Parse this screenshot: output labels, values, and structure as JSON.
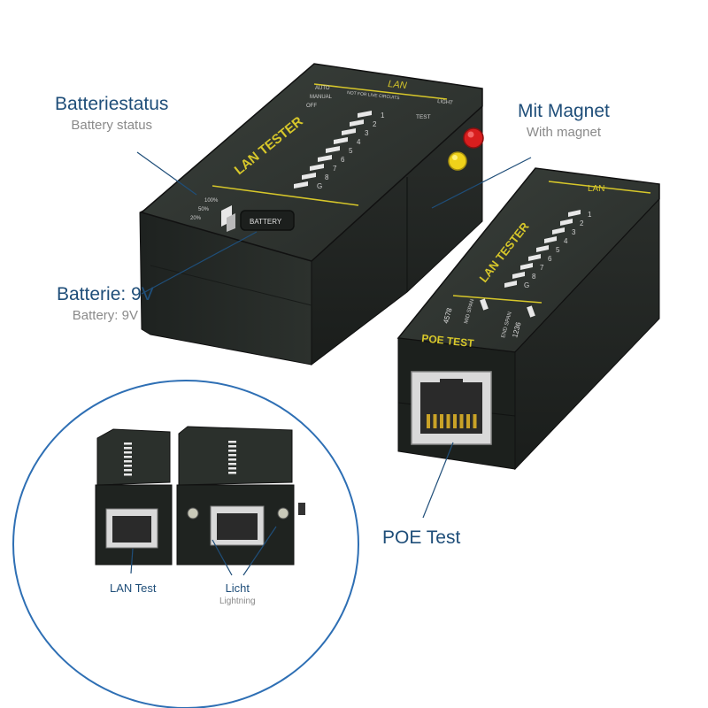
{
  "callouts": {
    "battery_status": {
      "de": "Batteriestatus",
      "en": "Battery status"
    },
    "battery": {
      "de": "Batterie: 9V",
      "en": "Battery: 9V"
    },
    "magnet": {
      "de": "Mit Magnet",
      "en": "With magnet"
    },
    "poe": {
      "de": "POE Test"
    },
    "lan_test": {
      "de": "LAN Test"
    },
    "light": {
      "de": "Licht",
      "en": "Lightning"
    }
  },
  "main_unit": {
    "brand": "LAN TESTER",
    "header": "LAN",
    "modes": [
      "AUTO",
      "MANUAL",
      "OFF"
    ],
    "warning": "NOT FOR LIVE CIRCUITS",
    "light_label": "LIGHT",
    "test_label": "TEST",
    "led_numbers": [
      "1",
      "2",
      "3",
      "4",
      "5",
      "6",
      "7",
      "8",
      "G"
    ],
    "battery_levels": [
      "100%",
      "50%",
      "20%"
    ],
    "battery_label": "BATTERY"
  },
  "remote_unit": {
    "brand": "LAN TESTER",
    "header": "LAN",
    "poe_label": "POE TEST",
    "led_numbers": [
      "1",
      "2",
      "3",
      "4",
      "5",
      "6",
      "7",
      "8",
      "G"
    ],
    "poe_modes": [
      "4578",
      "MID SPAN",
      "END SPAN",
      "1236"
    ]
  },
  "colors": {
    "device_body": "#2b302c",
    "device_edge": "#151816",
    "accent_yellow": "#d7c72a",
    "led_white": "#e8e8e8",
    "button_red": "#d81e1e",
    "button_yellow": "#f0d21a",
    "callout_blue": "#1f4e79",
    "callout_gray": "#8a8a8a",
    "inset_circle": "#2e6fb4"
  }
}
